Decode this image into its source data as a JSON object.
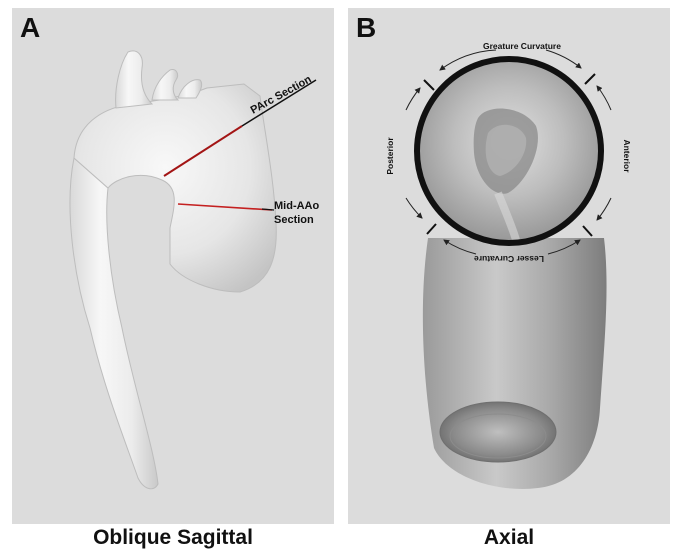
{
  "panel_a": {
    "letter": "A",
    "caption": "Oblique Sagittal",
    "labels": {
      "parc_section": "PArc Section",
      "mid_aao_line1": "Mid-AAo",
      "mid_aao_line2": "Section"
    },
    "line_color": "#b01818"
  },
  "panel_b": {
    "letter": "B",
    "caption": "Axial",
    "labels": {
      "top": "Greature Curvature",
      "right": "Anterior",
      "bottom": "Lesser Curvature",
      "left": "Posterior"
    }
  }
}
